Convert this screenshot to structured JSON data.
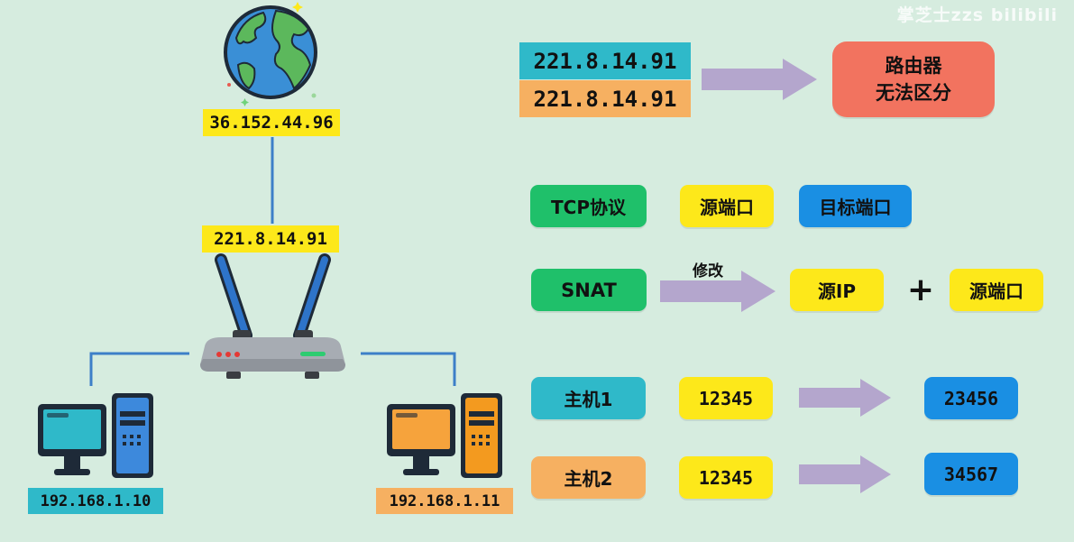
{
  "watermark": "掌芝士zzs bilibili",
  "network": {
    "public_ip": "36.152.44.96",
    "router_ip": "221.8.14.91",
    "host_left_ip": "192.168.1.10",
    "host_right_ip": "192.168.1.11"
  },
  "ambiguity": {
    "ip_top": "221.8.14.91",
    "ip_bottom": "221.8.14.91",
    "result_line1": "路由器",
    "result_line2": "无法区分"
  },
  "tcp": {
    "protocol": "TCP协议",
    "src_port": "源端口",
    "dst_port": "目标端口"
  },
  "snat": {
    "label": "SNAT",
    "modify": "修改",
    "src_ip": "源IP",
    "plus": "+",
    "src_port": "源端口"
  },
  "mappings": [
    {
      "host": "主机1",
      "from_port": "12345",
      "to_port": "23456"
    },
    {
      "host": "主机2",
      "from_port": "12345",
      "to_port": "34567"
    }
  ],
  "colors": {
    "background": "#d6ecdf",
    "yellow": "#fde81a",
    "green": "#1fc06a",
    "blue": "#1a8fe3",
    "teal": "#2fb9c9",
    "orange": "#f6b061",
    "red": "#f2735f",
    "arrow": "#b4a6cd"
  },
  "icons": [
    "globe-icon",
    "router-icon",
    "computer-teal-icon",
    "computer-orange-icon",
    "arrow-right-icon",
    "plus-icon"
  ]
}
